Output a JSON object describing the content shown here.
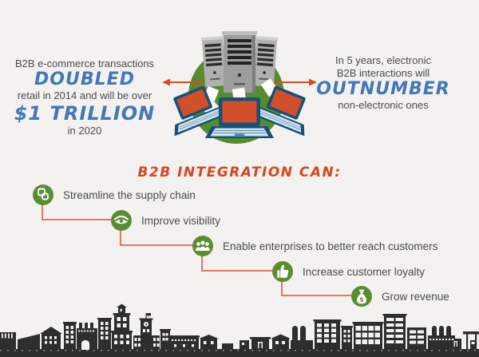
{
  "title": "B2B integration infographic",
  "colors": {
    "background": "#f3f2f1",
    "accent_blue": "#4377b6",
    "accent_red": "#dc4a22",
    "connector_salmon": "#e4795c",
    "icon_green": "#5a8c31",
    "illustration_green": "#578c2e",
    "laptop_screen_orange": "#d14f2b",
    "laptop_frame_navy": "#17507a",
    "text_dark": "#4b4b4b",
    "skyline_dark": "#2e2e2e"
  },
  "stats": {
    "left": {
      "line1": "B2B e-commerce transactions",
      "highlight1": "DOUBLED",
      "line2": "retail in 2014 and will be over",
      "highlight2": "$1 TRILLION",
      "line3": "in 2020"
    },
    "right": {
      "line1": "In 5 years, electronic",
      "line2": "B2B interactions will",
      "highlight": "OUTNUMBER",
      "line3": "non-electronic ones"
    }
  },
  "heading": "B2B INTEGRATION CAN:",
  "benefits": [
    {
      "icon": "chain-link-icon",
      "label": "Streamline the supply chain"
    },
    {
      "icon": "eye-icon",
      "label": "Improve visibility"
    },
    {
      "icon": "people-icon",
      "label": "Enable enterprises to better reach customers"
    },
    {
      "icon": "thumbs-up-icon",
      "label": "Increase customer loyalty"
    },
    {
      "icon": "money-bag-icon",
      "label": "Grow revenue"
    }
  ],
  "chart_data": {
    "type": "table",
    "title": "B2B INTEGRATION CAN:",
    "facts": [
      "B2B e-commerce transactions DOUBLED retail in 2014 and will be over $1 TRILLION in 2020",
      "In 5 years, electronic B2B interactions will OUTNUMBER non-electronic ones"
    ],
    "benefits": [
      "Streamline the supply chain",
      "Improve visibility",
      "Enable enterprises to better reach customers",
      "Increase customer loyalty",
      "Grow revenue"
    ]
  }
}
